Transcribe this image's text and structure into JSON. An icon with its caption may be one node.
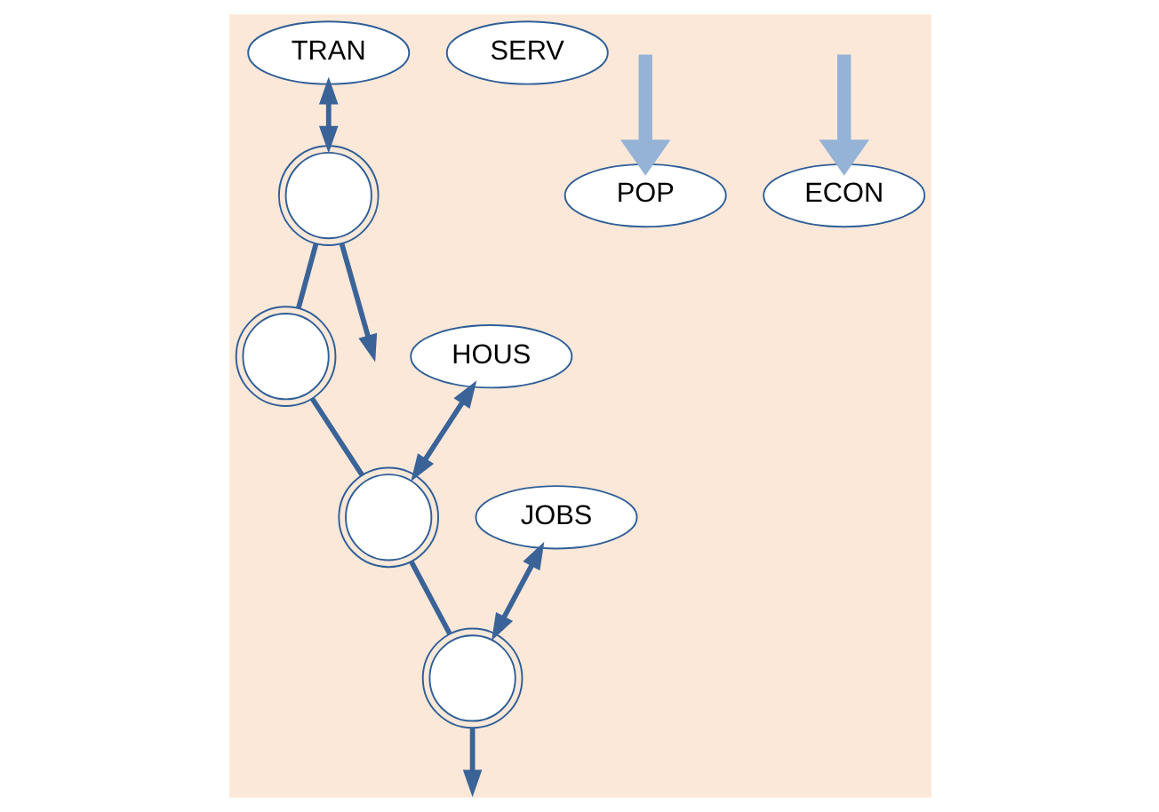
{
  "diagram": {
    "nodes": [
      {
        "text": [
          "TRAN"
        ]
      },
      {
        "text": [
          "SERV"
        ]
      },
      {
        "text": [
          "POP"
        ]
      },
      {
        "text": [
          "HOUS"
        ]
      },
      {
        "text": [
          "ECON"
        ]
      },
      {
        "text": [
          "JOBS"
        ]
      },
      {
        "text": [],
        "shape": "cloud"
      },
      {
        "text": [],
        "shape": "cloud"
      },
      {
        "text": [],
        "shape": "cloud"
      },
      {
        "text": [],
        "shape": "cloud"
      }
    ],
    "edges": [
      {
        "from": null,
        "to": 2,
        "arrow": "to",
        "style": "thick",
        "color": "#95b3d7"
      },
      {
        "from": null,
        "to": 4,
        "arrow": "to",
        "style": "thick",
        "color": "#95b3d7"
      },
      {
        "from": 0,
        "to": 6,
        "arrow": "both"
      },
      {
        "from": 3,
        "to": 8,
        "arrow": "both"
      },
      {
        "from": 5,
        "to": 9,
        "arrow": "both"
      },
      {
        "from": 6,
        "to": 7,
        "arrow": "none"
      },
      {
        "from": 7,
        "to": 8,
        "arrow": "none"
      },
      {
        "from": 8,
        "to": 9,
        "arrow": "none"
      },
      {
        "from": 6,
        "to": null,
        "arrow": "to"
      },
      {
        "from": 9,
        "to": null,
        "arrow": "to"
      }
    ]
  }
}
